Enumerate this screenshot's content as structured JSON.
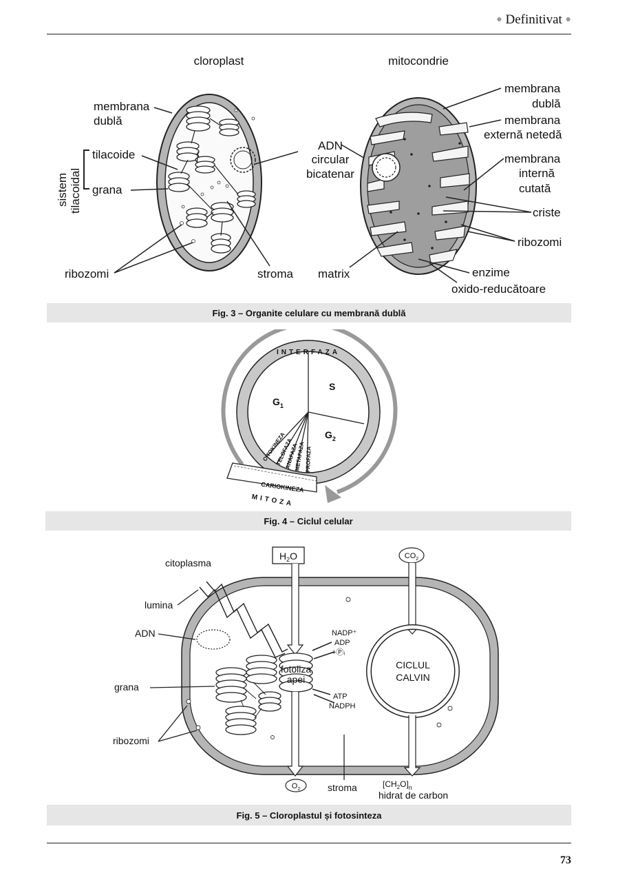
{
  "header": {
    "title": "Definitivat"
  },
  "fig3": {
    "caption": "Fig. 3 – Organite celulare cu membrană dublă",
    "cloroplast_title": "cloroplast",
    "mitocondrie_title": "mitocondrie",
    "membrana_line1": "membrana",
    "membrana_line2": "dublă",
    "sistem_line1": "sistem",
    "sistem_line2": "tilacoidal",
    "tilacoide": "tilacoide",
    "grana": "grana",
    "ribozomi": "ribozomi",
    "stroma": "stroma",
    "adn_line1": "ADN",
    "adn_line2": "circular",
    "adn_line3": "bicatenar",
    "matrix": "matrix",
    "m_membrana_dubla_1": "membrana",
    "m_membrana_dubla_2": "dublă",
    "m_membrana_ext_1": "membrana",
    "m_membrana_ext_2": "externă netedă",
    "m_membrana_int_1": "membrana",
    "m_membrana_int_2": "internă",
    "m_membrana_int_3": "cutată",
    "criste": "criste",
    "m_ribozomi": "ribozomi",
    "enzime_1": "enzime",
    "enzime_2": "oxido-reducătoare"
  },
  "fig4": {
    "caption": "Fig. 4 – Ciclul celular",
    "interfaza": "INTERFAZA",
    "s": "S",
    "g1": "G",
    "g1_sub": "1",
    "g2": "G",
    "g2_sub": "2",
    "citokineza": "CITOKINEZA",
    "telofaza": "TELOFAZA",
    "anafaza": "ANAFAZA",
    "metafaza": "METAFAZA",
    "profaza": "PROFAZA",
    "cariokineza": "CARIOKINEZA",
    "mitoza": "MITOZA"
  },
  "fig5": {
    "caption": "Fig. 5 – Cloroplastul și fotosinteza",
    "h2o": "H",
    "h2o_sub": "2",
    "h2o_end": "O",
    "co2": "CO",
    "co2_sub": "2",
    "citoplasma": "citoplasma",
    "lumina": "lumina",
    "adn": "ADN",
    "grana": "grana",
    "ribozomi": "ribozomi",
    "nadp": "NADP⁺",
    "adp": "ADP",
    "pi": "+Ⓟᵢ",
    "fotoliza_1": "fotoliza",
    "fotoliza_2": "apei",
    "atp": "ATP",
    "nadph": "NADPH",
    "ciclul_1": "CICLUL",
    "ciclul_2": "CALVIN",
    "o2": "O",
    "o2_sub": "2",
    "stroma": "stroma",
    "ch2o": "[CH",
    "ch2o_sub": "2",
    "ch2o_end": "O]",
    "ch2o_n": "n",
    "hidrat": "hidrat de carbon"
  },
  "footer": {
    "page_number": "73"
  }
}
